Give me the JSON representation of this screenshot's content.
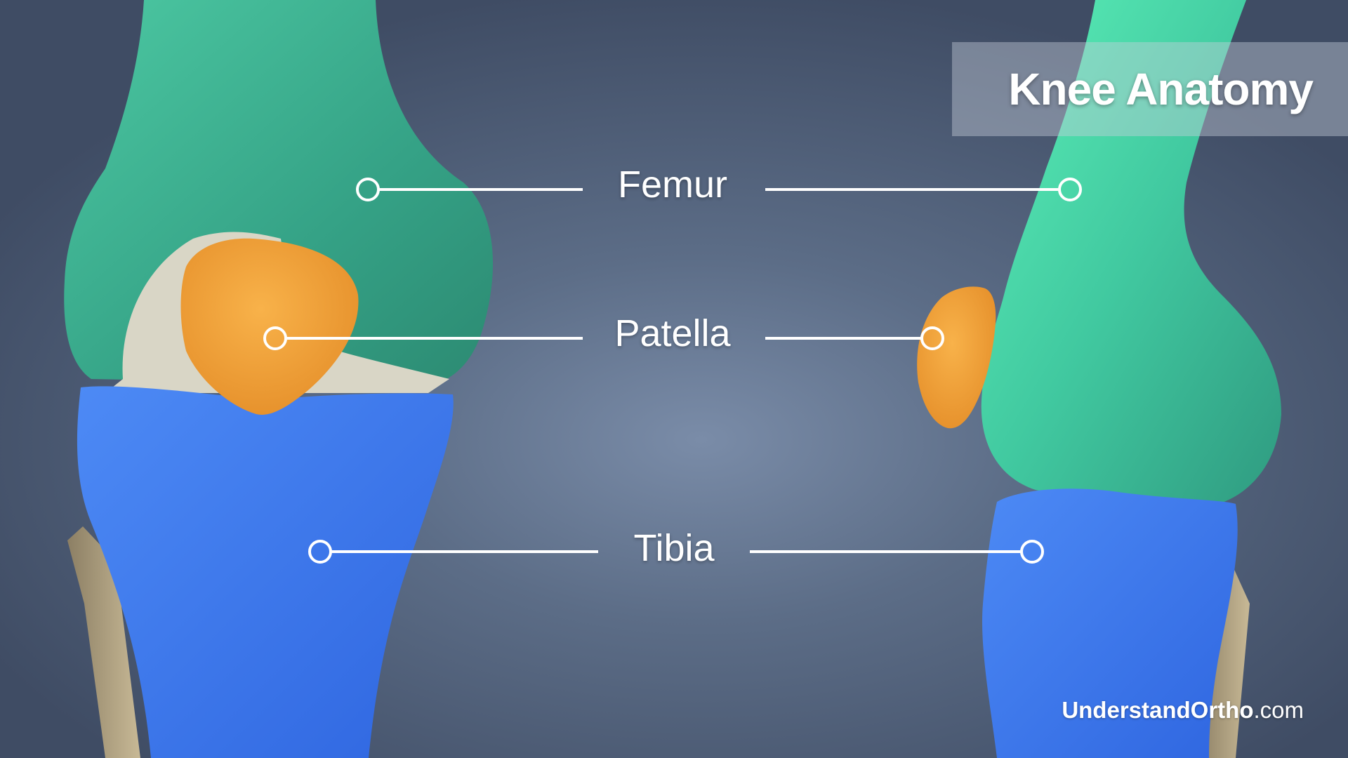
{
  "title": "Knee Anatomy",
  "labels": {
    "femur": "Femur",
    "patella": "Patella",
    "tibia": "Tibia"
  },
  "brand": {
    "bold_part": "UnderstandOrtho",
    "light_part": ".com"
  },
  "colors": {
    "femur": "#3aa58a",
    "patella": "#f0a43a",
    "tibia": "#3f78ea",
    "cartilage": "#d9d6c6",
    "fibula": "#b9ab8a"
  }
}
